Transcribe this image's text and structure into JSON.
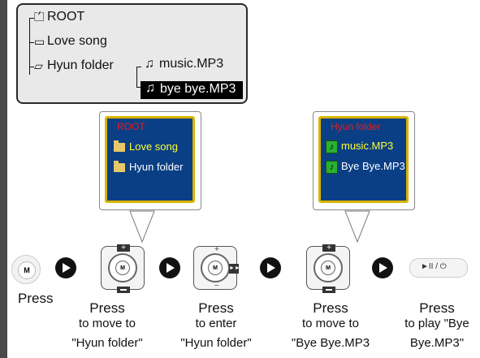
{
  "tree": {
    "root": "ROOT",
    "love_song": "Love song",
    "hyun_folder": "Hyun folder",
    "music": "music.MP3",
    "bye_bye": "bye bye.MP3"
  },
  "screen1": {
    "title": "ROOT",
    "items": [
      "Love song",
      "Hyun folder"
    ]
  },
  "screen2": {
    "title": "Hyun folder",
    "items": [
      "music.MP3",
      "Bye Bye.MP3"
    ]
  },
  "controls": {
    "m_label": "M",
    "play_label": "►II / ⏻"
  },
  "captions": [
    {
      "line1": "Press",
      "line2": "",
      "line3": ""
    },
    {
      "line1": "Press",
      "line2": "to move to",
      "line3": "\"Hyun folder\""
    },
    {
      "line1": "Press",
      "line2": "to enter",
      "line3": "\"Hyun folder\""
    },
    {
      "line1": "Press",
      "line2": "to move to",
      "line3": "\"Bye Bye.MP3"
    },
    {
      "line1": "Press",
      "line2": "to play \"Bye",
      "line3": "Bye.MP3\""
    }
  ]
}
